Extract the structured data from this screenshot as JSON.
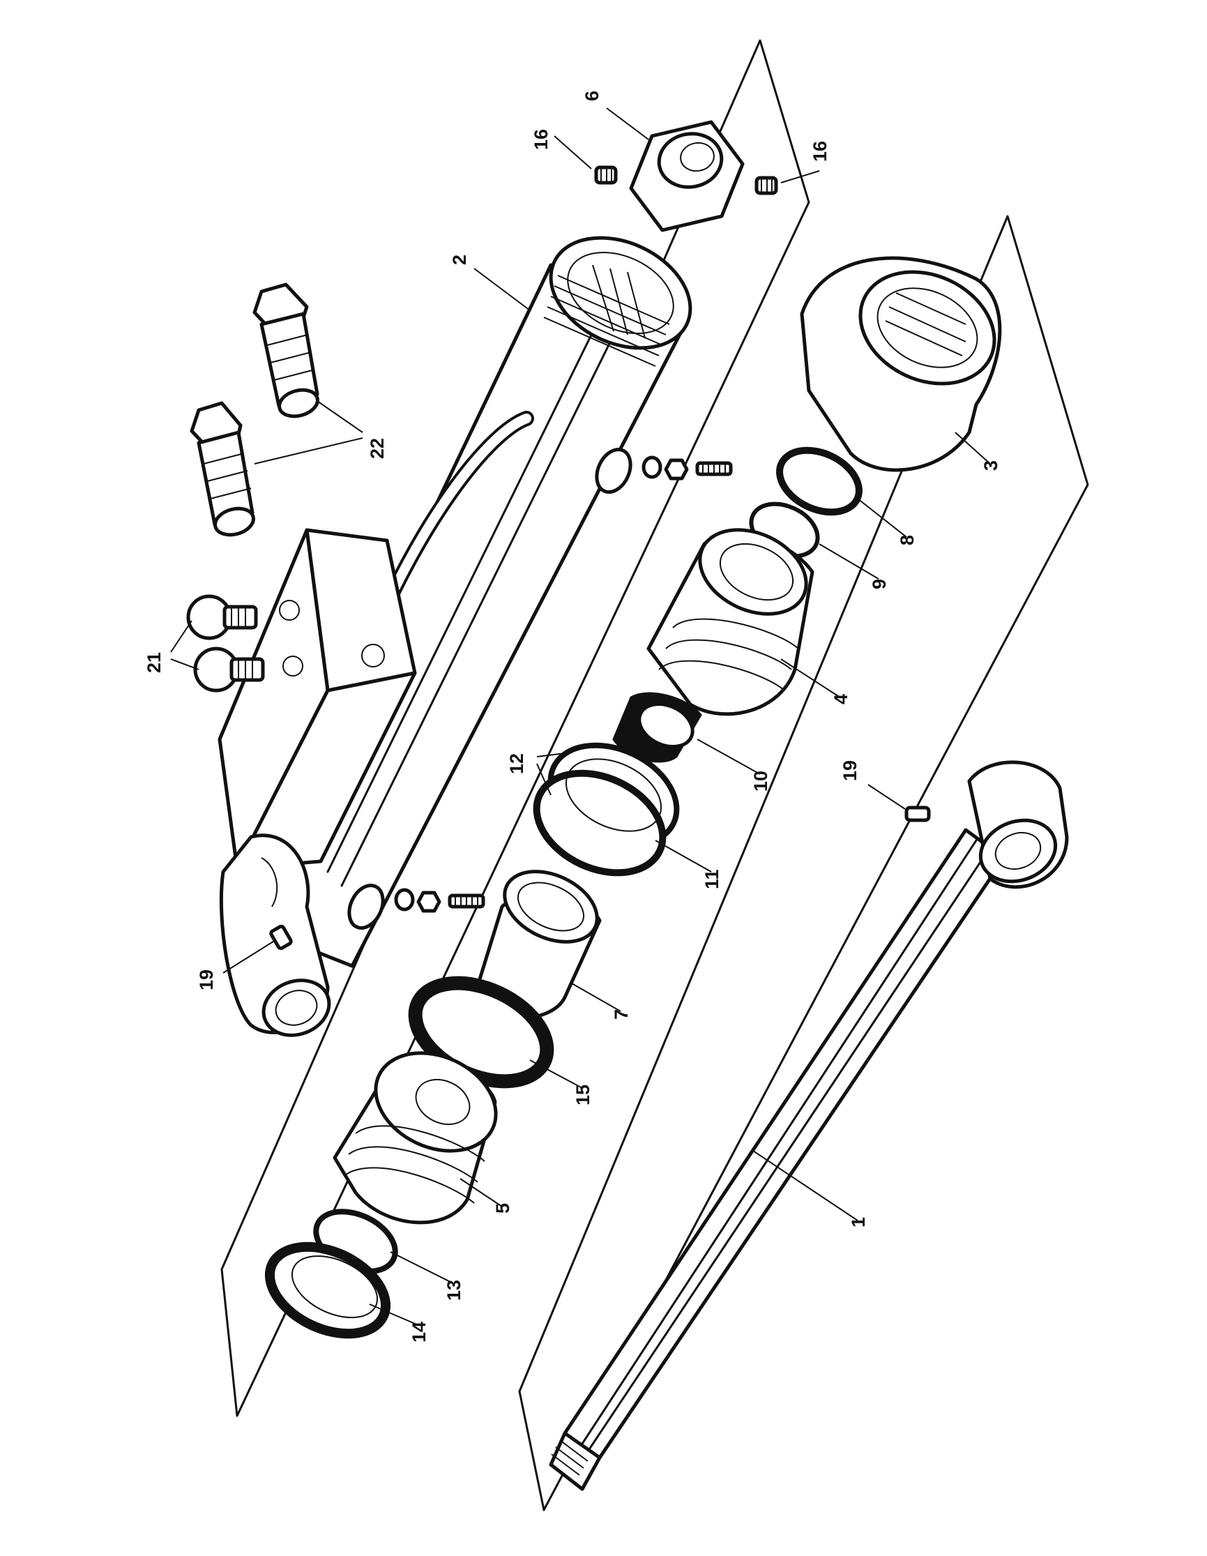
{
  "callouts": [
    {
      "id": "c1",
      "text": "1"
    },
    {
      "id": "c2",
      "text": "2"
    },
    {
      "id": "c3",
      "text": "3"
    },
    {
      "id": "c4",
      "text": "4"
    },
    {
      "id": "c5",
      "text": "5"
    },
    {
      "id": "c6",
      "text": "6"
    },
    {
      "id": "c7",
      "text": "7"
    },
    {
      "id": "c8",
      "text": "8"
    },
    {
      "id": "c9",
      "text": "9"
    },
    {
      "id": "c10",
      "text": "10"
    },
    {
      "id": "c11",
      "text": "11"
    },
    {
      "id": "c12",
      "text": "12"
    },
    {
      "id": "c13",
      "text": "13"
    },
    {
      "id": "c14",
      "text": "14"
    },
    {
      "id": "c15",
      "text": "15"
    },
    {
      "id": "c16a",
      "text": "16"
    },
    {
      "id": "c16b",
      "text": "16"
    },
    {
      "id": "c19a",
      "text": "19"
    },
    {
      "id": "c19b",
      "text": "19"
    },
    {
      "id": "c21",
      "text": "21"
    },
    {
      "id": "c22",
      "text": "22"
    }
  ],
  "colors": {
    "ink": "#111111",
    "paper": "#ffffff"
  }
}
